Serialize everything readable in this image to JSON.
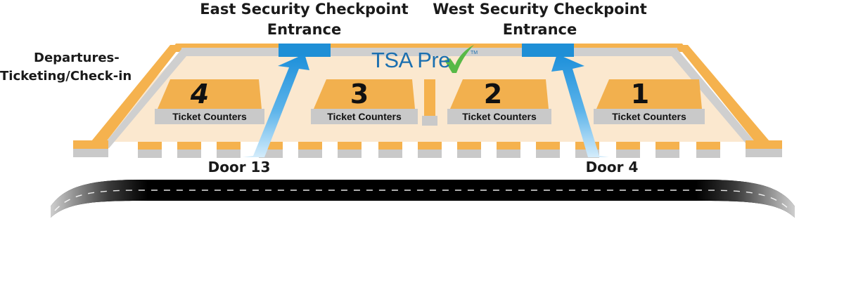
{
  "checkpoints": {
    "east": {
      "line1": "East Security Checkpoint",
      "line2": "Entrance"
    },
    "west": {
      "line1": "West Security Checkpoint",
      "line2": "Entrance"
    }
  },
  "area_label": {
    "line1": "Departures-",
    "line2": "Ticketing/Check-in"
  },
  "tsa": {
    "text": "TSA Pre",
    "trademark": "TM"
  },
  "counters": [
    {
      "number": "4",
      "label": "Ticket Counters"
    },
    {
      "number": "3",
      "label": "Ticket Counters"
    },
    {
      "number": "2",
      "label": "Ticket Counters"
    },
    {
      "number": "1",
      "label": "Ticket Counters"
    }
  ],
  "doors": {
    "left": "Door 13",
    "right": "Door 4"
  },
  "colors": {
    "wall": "#f5b24e",
    "floor": "#fbe8cf",
    "wall_edge": "#c9c9c9",
    "entrance": "#1f8fd6",
    "arrow": "#1c8fda",
    "counter_top": "#f2b04e",
    "counter_label_bg": "#c9c9c9",
    "tsa_blue": "#1b6fb0",
    "tsa_check": "#58b947",
    "road": "#000000",
    "road_lane": "#ffffff"
  }
}
